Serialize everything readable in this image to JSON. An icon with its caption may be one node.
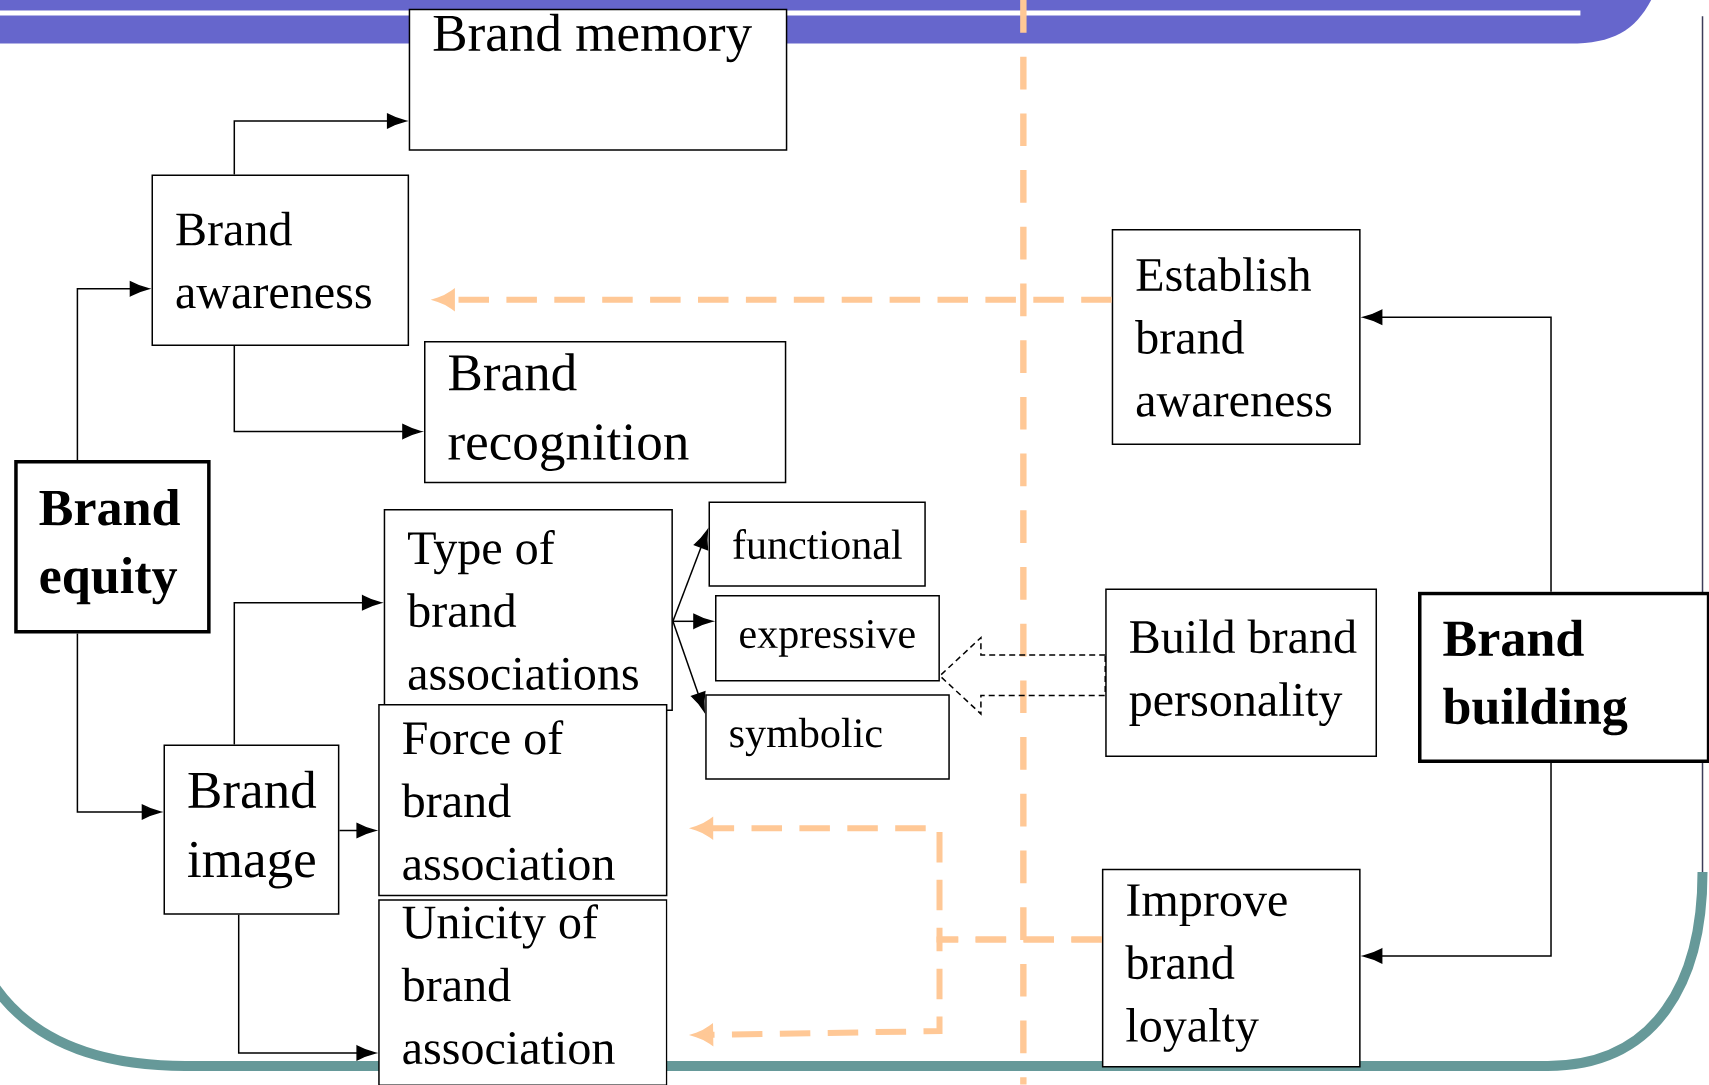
{
  "diagram": {
    "nodes": [
      {
        "text": [
          "Brand memory"
        ]
      },
      {
        "text": [
          "Brand awareness"
        ]
      },
      {
        "text": [
          "Brand recognition"
        ]
      },
      {
        "text": [
          "Brand equity"
        ]
      },
      {
        "text": [
          "Type of brand associations"
        ]
      },
      {
        "text": [
          "functional"
        ]
      },
      {
        "text": [
          "expressive"
        ]
      },
      {
        "text": [
          "symbolic"
        ]
      },
      {
        "text": [
          "Brand image"
        ]
      },
      {
        "text": [
          "Force of brand association"
        ]
      },
      {
        "text": [
          "Unicity of brand association"
        ]
      },
      {
        "text": [
          "Establish brand awareness"
        ]
      },
      {
        "text": [
          "Build brand personality"
        ]
      },
      {
        "text": [
          "Brand building"
        ]
      },
      {
        "text": [
          "Improve brand loyalty"
        ]
      }
    ],
    "edges": [
      {
        "from": 3,
        "to": 1,
        "arrow": "to"
      },
      {
        "from": 3,
        "to": 8,
        "arrow": "to"
      },
      {
        "from": 1,
        "to": 0,
        "arrow": "to"
      },
      {
        "from": 1,
        "to": 2,
        "arrow": "to"
      },
      {
        "from": 8,
        "to": 4,
        "arrow": "to"
      },
      {
        "from": 8,
        "to": 9,
        "arrow": "to"
      },
      {
        "from": 8,
        "to": 10,
        "arrow": "to"
      },
      {
        "from": 4,
        "to": 5,
        "arrow": "to"
      },
      {
        "from": 4,
        "to": 6,
        "arrow": "to"
      },
      {
        "from": 4,
        "to": 7,
        "arrow": "to"
      },
      {
        "from": 13,
        "to": 11,
        "arrow": "to"
      },
      {
        "from": 13,
        "to": 14,
        "arrow": "to"
      },
      {
        "from": 12,
        "to": 6,
        "arrow": "to",
        "style": "dashed"
      },
      {
        "from": 11,
        "to": 1,
        "arrow": "to",
        "style": "dashed",
        "color": "#ffc896"
      },
      {
        "from": 14,
        "to": 9,
        "arrow": "to",
        "style": "dashed",
        "color": "#ffc896"
      },
      {
        "from": 14,
        "to": 10,
        "arrow": "to",
        "style": "dashed",
        "color": "#ffc896"
      }
    ]
  }
}
